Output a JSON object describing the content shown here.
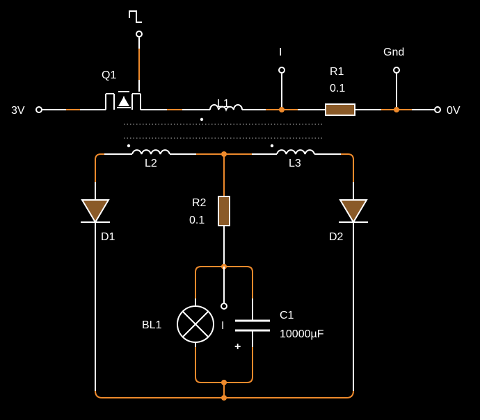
{
  "colors": {
    "background": "#000000",
    "wire": "#ffffff",
    "active": "#ee8a2c",
    "component_fill": "#8a5a28",
    "coupling": "#9a9a9a"
  },
  "labels": {
    "supply_in": "3V",
    "supply_out": "0V",
    "gate_pulse": "⊓",
    "q1": "Q1",
    "l1": "L1",
    "l2": "L2",
    "l3": "L3",
    "probe_i": "I",
    "r1_name": "R1",
    "r1_value": "0.1",
    "gnd": "Gnd",
    "r2_name": "R2",
    "r2_value": "0.1",
    "d1": "D1",
    "d2": "D2",
    "bl1": "BL1",
    "probe_i2": "I",
    "c1_name": "C1",
    "c1_value": "10000µF",
    "c1_polarity": "+"
  }
}
